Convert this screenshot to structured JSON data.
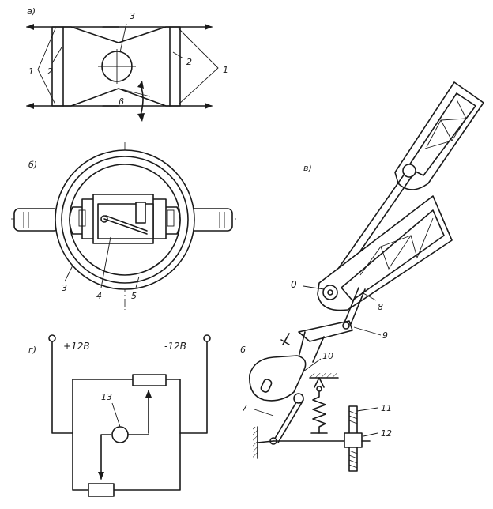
{
  "panels": {
    "a": "а)",
    "b": "б)",
    "v": "в)",
    "g": "г)"
  },
  "labels": {
    "n1": "1",
    "n2": "2",
    "n3": "3",
    "n4": "4",
    "n5": "5",
    "n6": "6",
    "n7": "7",
    "n8": "8",
    "n9": "9",
    "n10": "10",
    "n11": "11",
    "n12": "12",
    "n13": "13",
    "o": "0",
    "beta": "β",
    "plus12": "+12В",
    "minus12": "-12В"
  },
  "colors": {
    "ink": "#1a1a1a",
    "paper": "#ffffff"
  }
}
